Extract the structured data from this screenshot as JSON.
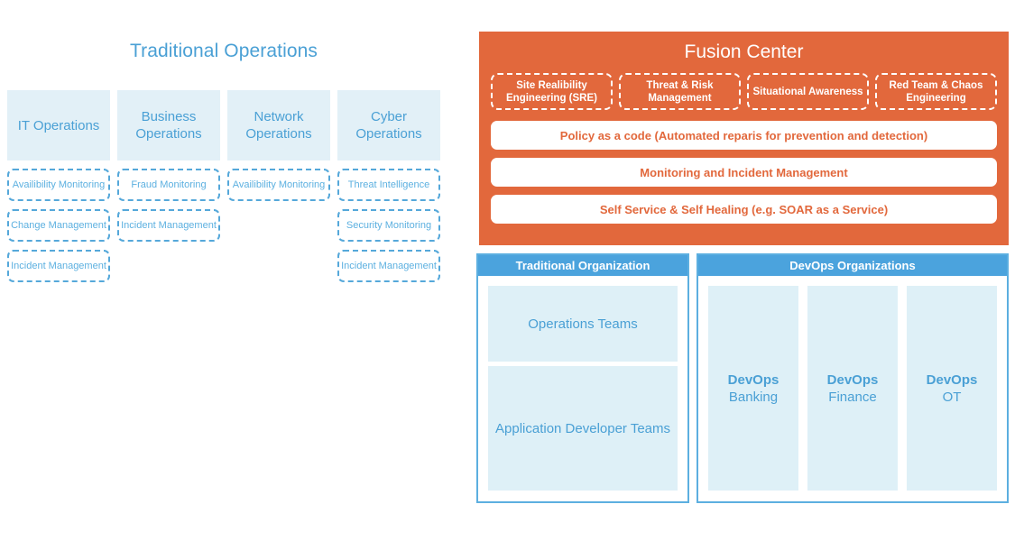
{
  "traditional_operations": {
    "title": "Traditional Operations",
    "columns": [
      {
        "header": "IT Operations",
        "items": [
          "Availibility Monitoring",
          "Change Management",
          "Incident Management"
        ]
      },
      {
        "header": "Business Operations",
        "items": [
          "Fraud Monitoring",
          "Incident Management"
        ]
      },
      {
        "header": "Network Operations",
        "items": [
          "Availibility Monitoring"
        ]
      },
      {
        "header": "Cyber Operations",
        "items": [
          "Threat Intelligence",
          "Security Monitoring",
          "Incident Management"
        ]
      }
    ]
  },
  "fusion_center": {
    "title": "Fusion Center",
    "pillars": [
      "Site Realibility Engineering (SRE)",
      "Threat & Risk Management",
      "Situational Awareness",
      "Red Team & Chaos Engineering"
    ],
    "bars": [
      "Policy as a code (Automated reparis for prevention and detection)",
      "Monitoring and Incident Management",
      "Self Service & Self Healing (e.g. SOAR as a Service)"
    ]
  },
  "traditional_organization": {
    "title": "Traditional Organization",
    "teams": [
      "Operations Teams",
      "Application Developer Teams"
    ]
  },
  "devops_organizations": {
    "title": "DevOps Organizations",
    "teams": [
      {
        "brand": "DevOps",
        "name": "Banking"
      },
      {
        "brand": "DevOps",
        "name": "Finance"
      },
      {
        "brand": "DevOps",
        "name": "OT"
      }
    ]
  },
  "colors": {
    "blue_text": "#4aa0d5",
    "blue_header": "#4ba3dd",
    "light_blue_fill": "#e2f0f7",
    "orange": "#e2683c",
    "dashed_blue": "#55a8da",
    "white": "#ffffff"
  }
}
